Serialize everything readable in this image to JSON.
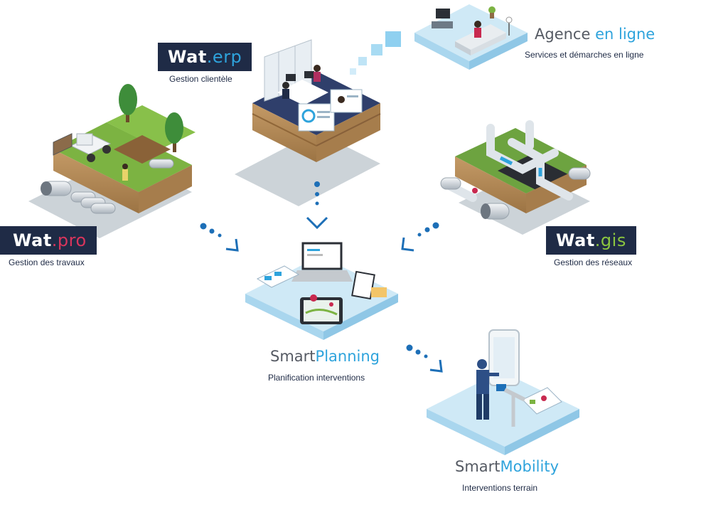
{
  "colors": {
    "navy": "#1f2b46",
    "erp_accent": "#2ea3dc",
    "pro_accent": "#c8294f",
    "gis_accent": "#8cc63f",
    "smart_accent": "#2ea3dc",
    "arrow": "#1d6fb7",
    "platform": "#d6ecf7",
    "soil": "#b58e5d",
    "grass": "#7cb342"
  },
  "nodes": {
    "wat_erp": {
      "name": "Wat",
      "accent": ".erp",
      "subtitle": "Gestion clientèle",
      "icon": "office-scene-icon"
    },
    "agence": {
      "name": "Agence ",
      "accent": "en ligne",
      "subtitle": "Services et démarches en ligne",
      "icon": "living-room-scene-icon"
    },
    "wat_pro": {
      "name": "Wat",
      "accent": ".pro",
      "subtitle": "Gestion des travaux",
      "icon": "worksite-scene-icon"
    },
    "wat_gis": {
      "name": "Wat",
      "accent": ".gis",
      "subtitle": "Gestion des réseaux",
      "icon": "pipe-network-scene-icon"
    },
    "smart_planning": {
      "name": "Smart",
      "accent": "Planning",
      "subtitle": "Planification interventions",
      "icon": "planning-desk-scene-icon"
    },
    "smart_mobility": {
      "name": "Smart",
      "accent": "Mobility",
      "subtitle": "Interventions terrain",
      "icon": "field-technician-scene-icon"
    }
  },
  "connections": [
    {
      "from": "wat_erp",
      "to": "smart_planning"
    },
    {
      "from": "wat_pro",
      "to": "smart_planning"
    },
    {
      "from": "wat_gis",
      "to": "smart_planning"
    },
    {
      "from": "smart_planning",
      "to": "smart_mobility"
    },
    {
      "from": "wat_erp",
      "to": "agence"
    }
  ]
}
